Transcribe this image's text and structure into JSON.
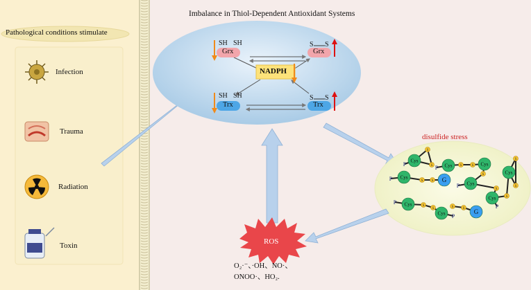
{
  "left_panel": {
    "title": "Pathological conditions stimulate",
    "conditions": [
      {
        "label": "Infection",
        "icon": "virus-icon"
      },
      {
        "label": "Trauma",
        "icon": "trauma-icon"
      },
      {
        "label": "Radiation",
        "icon": "radiation-icon"
      },
      {
        "label": "Toxin",
        "icon": "toxin-bottle-icon"
      }
    ]
  },
  "center": {
    "title": "Imbalance in Thiol-Dependent Antioxidant Systems",
    "nadph": "NADPH",
    "sh": "SH",
    "s": "S",
    "grx": "Grx",
    "trx": "Trx"
  },
  "stress": {
    "title": "disulfide stress",
    "cys": "Cys",
    "p": "P",
    "g": "G",
    "s": "S"
  },
  "ros": {
    "label": "ROS",
    "species_line1": "O₂·⁻、·OH、NO·、",
    "species_line2": "ONOO·、HO₂."
  },
  "colors": {
    "background": "#f6ecea",
    "left_panel": "#fbf0cf",
    "grx_pill": "#f2a5ab",
    "trx_pill": "#4da6e6",
    "nadph_box": "#fde27a",
    "cys_node": "#2fb56a",
    "g_node": "#3b9ef0",
    "s_node": "#f4c430",
    "ros_burst": "#e9464a",
    "stress_title": "#cc2222",
    "up_arrow": "#dd1111",
    "down_arrow": "#f08a1a"
  }
}
